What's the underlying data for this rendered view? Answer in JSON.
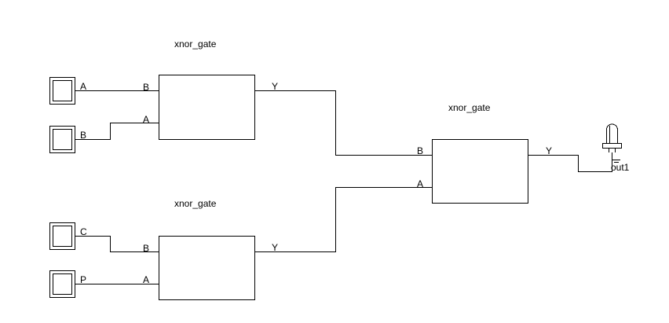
{
  "gates": [
    {
      "title": "xnor_gate",
      "pin_top": "B",
      "pin_bottom": "A",
      "pin_out": "Y"
    },
    {
      "title": "xnor_gate",
      "pin_top": "B",
      "pin_bottom": "A",
      "pin_out": "Y"
    },
    {
      "title": "xnor_gate",
      "pin_top": "B",
      "pin_bottom": "A",
      "pin_out": "Y"
    }
  ],
  "inputs": [
    {
      "label": "A"
    },
    {
      "label": "B"
    },
    {
      "label": "C"
    },
    {
      "label": "P"
    }
  ],
  "output": {
    "label": "out1"
  }
}
